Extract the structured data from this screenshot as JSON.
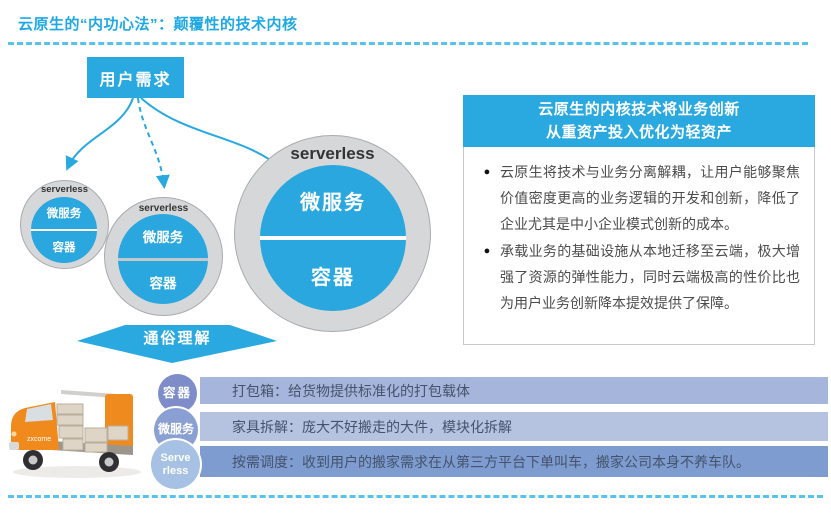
{
  "page": {
    "title": "云原生的“内功心法”：颠覆性的技术内核"
  },
  "colors": {
    "accent_blue": "#29A9E0",
    "ring_gray": "#D6D7D9",
    "bar_light": "#A6B5DB",
    "bar_lighter": "#B5C2E0",
    "bar_dark": "#7E9CD0",
    "truck_orange": "#F18A1D"
  },
  "diagram": {
    "user_needs_label": "用户需求",
    "banner_label": "通俗理解",
    "circles": [
      {
        "ring_label": "serverless",
        "top_label": "微服务",
        "bottom_label": "容器"
      },
      {
        "ring_label": "serverless",
        "top_label": "微服务",
        "bottom_label": "容器"
      },
      {
        "ring_label": "serverless",
        "top_label": "微服务",
        "bottom_label": "容器"
      }
    ]
  },
  "panel": {
    "title_line1": "云原生的内核技术将业务创新",
    "title_line2": "从重资产投入优化为轻资产",
    "bullet_marker": "●",
    "bullets": [
      "云原生将技术与业务分离解耦，让用户能够聚焦价值密度更高的业务逻辑的开发和创新，降低了企业尤其是中小企业模式创新的成本。",
      "承载业务的基础设施从本地迁移至云端，极大增强了资源的弹性能力，同时云端极高的性价比也为用户业务创新降本提效提供了保障。"
    ]
  },
  "analogy": {
    "truck_watermark": "zxcome",
    "rows": [
      {
        "term_lines": [
          "容器"
        ],
        "description": "打包箱：给货物提供标准化的打包载体"
      },
      {
        "term_lines": [
          "微服务"
        ],
        "description": "家具拆解：庞大不好搬走的大件，模块化拆解"
      },
      {
        "term_lines": [
          "Serve",
          "rless"
        ],
        "description": "按需调度：收到用户的搬家需求在从第三方平台下单叫车，搬家公司本身不养车队。"
      }
    ]
  }
}
